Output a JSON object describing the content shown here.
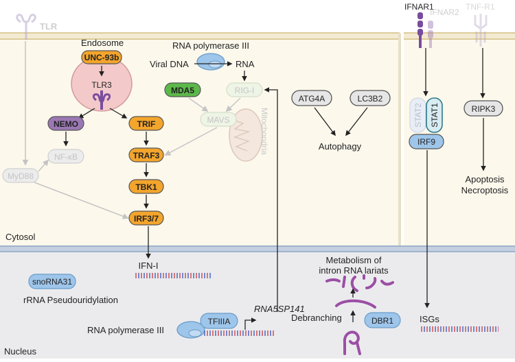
{
  "compartments": {
    "cytosol": "Cytosol",
    "nucleus": "Nucleus"
  },
  "receptors": {
    "tlr": "TLR",
    "ifnar1": "IFNAR1",
    "ifnar2": "IFNAR2",
    "tnfr1": "TNF-R1"
  },
  "endosome": {
    "title": "Endosome",
    "unc93b": "UNC-93b",
    "tlr3": "TLR3"
  },
  "rna_pol_cyto": {
    "title": "RNA polymerase III",
    "viral_dna": "Viral DNA",
    "rna": "RNA"
  },
  "nodes": {
    "nemo": "NEMO",
    "trif": "TRIF",
    "nfkb": "NF-κB",
    "traf3": "TRAF3",
    "tbk1": "TBK1",
    "irf37": "IRF3/7",
    "myd88": "MyD88",
    "mda5": "MDA5",
    "rigi": "RIG-I",
    "mavs": "MAVS",
    "mitochondria": "Mitochondria",
    "atg4a": "ATG4A",
    "lc3b2": "LC3B2",
    "autophagy": "Autophagy",
    "stat2": "STAT2",
    "stat1": "STAT1",
    "irf9": "IRF9",
    "ripk3": "RIPK3",
    "apoptosis": "Apoptosis",
    "necroptosis": "Necroptosis"
  },
  "nucleus": {
    "ifn": "IFN-I",
    "snorna": "snoRNA31",
    "rrna": "rRNA Pseudouridylation",
    "rna_pol_label": "RNA polymerase III",
    "tfiiia": "TFIIIA",
    "rna5sp": "RNA5SP141",
    "metab_line1": "Metabolism of",
    "metab_line2": "intron RNA lariats",
    "debranching": "Debranching",
    "dbr1": "DBR1",
    "isgs": "ISGs"
  },
  "colors": {
    "orange": "#f3a52c",
    "purple": "#9b78b3",
    "green": "#5db84a",
    "blue": "#9ec5ea",
    "grey": "#cfcfcf",
    "cytosol_bg": "#fcf8ec",
    "nucleus_bg": "#ebebee",
    "membrane": "#e7d9b2",
    "nuclear_membrane": "#9fb3cc",
    "rna_purple": "#9b4fa4",
    "faded": "#c9c9c9"
  }
}
